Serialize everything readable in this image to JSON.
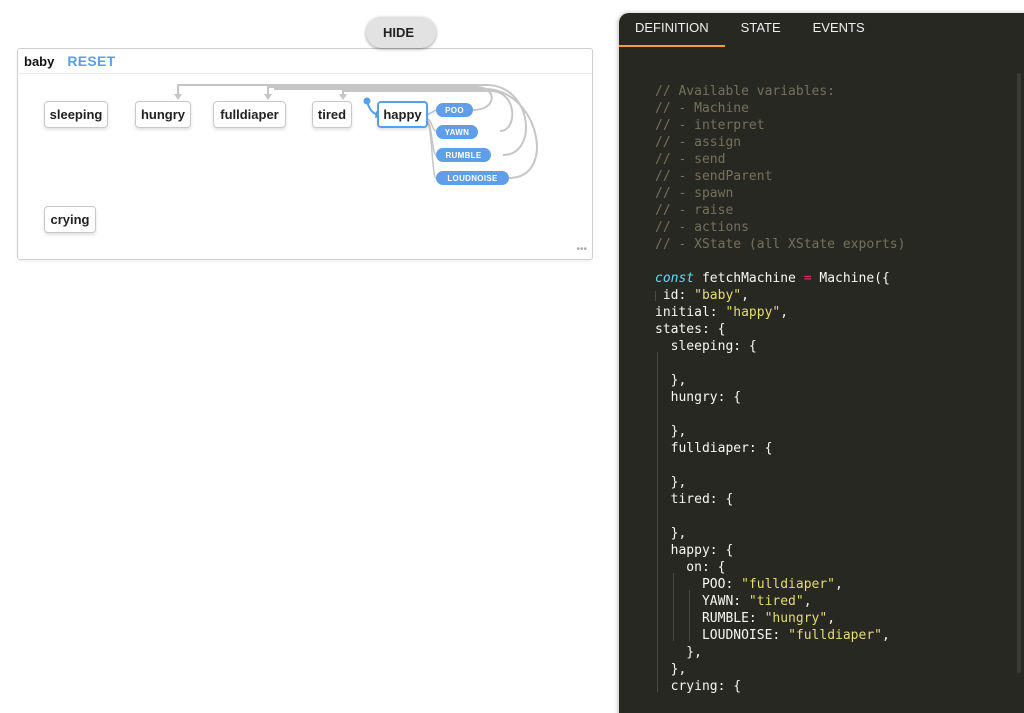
{
  "visualizer": {
    "machine_id": "baby",
    "reset_label": "RESET",
    "more_label": "•••",
    "states": [
      {
        "label": "sleeping"
      },
      {
        "label": "hungry"
      },
      {
        "label": "fulldiaper"
      },
      {
        "label": "tired"
      },
      {
        "label": "happy",
        "active": true
      },
      {
        "label": "crying"
      }
    ],
    "events": [
      "POO",
      "YAWN",
      "RUMBLE",
      "LOUDNOISE"
    ],
    "accent_color": "#5a9ee8"
  },
  "editor": {
    "tabs": [
      "DEFINITION",
      "STATE",
      "EVENTS"
    ],
    "active_tab": "DEFINITION",
    "hide_label": "HIDE",
    "code_lines": [
      [
        [
          "cm",
          "// Available variables:"
        ]
      ],
      [
        [
          "cm",
          "// - Machine"
        ]
      ],
      [
        [
          "cm",
          "// - interpret"
        ]
      ],
      [
        [
          "cm",
          "// - assign"
        ]
      ],
      [
        [
          "cm",
          "// - send"
        ]
      ],
      [
        [
          "cm",
          "// - sendParent"
        ]
      ],
      [
        [
          "cm",
          "// - spawn"
        ]
      ],
      [
        [
          "cm",
          "// - raise"
        ]
      ],
      [
        [
          "cm",
          "// - actions"
        ]
      ],
      [
        [
          "cm",
          "// - XState (all XState exports)"
        ]
      ],
      [],
      [
        [
          "kw",
          "const"
        ],
        [
          "tx",
          " fetchMachine "
        ],
        [
          "op",
          "="
        ],
        [
          "tx",
          " Machine({"
        ]
      ],
      [
        [
          "tx",
          " id: "
        ],
        [
          "str",
          "\"baby\""
        ],
        [
          "tx",
          ","
        ]
      ],
      [
        [
          "tx",
          "initial: "
        ],
        [
          "str",
          "\"happy\""
        ],
        [
          "tx",
          ","
        ]
      ],
      [
        [
          "tx",
          "states: {"
        ]
      ],
      [
        [
          "tx",
          "  sleeping: {"
        ]
      ],
      [],
      [
        [
          "tx",
          "  },"
        ]
      ],
      [
        [
          "tx",
          "  hungry: {"
        ]
      ],
      [],
      [
        [
          "tx",
          "  },"
        ]
      ],
      [
        [
          "tx",
          "  fulldiaper: {"
        ]
      ],
      [],
      [
        [
          "tx",
          "  },"
        ]
      ],
      [
        [
          "tx",
          "  tired: {"
        ]
      ],
      [],
      [
        [
          "tx",
          "  },"
        ]
      ],
      [
        [
          "tx",
          "  happy: {"
        ]
      ],
      [
        [
          "tx",
          "    on: {"
        ]
      ],
      [
        [
          "tx",
          "      POO: "
        ],
        [
          "str",
          "\"fulldiaper\""
        ],
        [
          "tx",
          ","
        ]
      ],
      [
        [
          "tx",
          "      YAWN: "
        ],
        [
          "str",
          "\"tired\""
        ],
        [
          "tx",
          ","
        ]
      ],
      [
        [
          "tx",
          "      RUMBLE: "
        ],
        [
          "str",
          "\"hungry\""
        ],
        [
          "tx",
          ","
        ]
      ],
      [
        [
          "tx",
          "      LOUDNOISE: "
        ],
        [
          "str",
          "\"fulldiaper\""
        ],
        [
          "tx",
          ","
        ]
      ],
      [
        [
          "tx",
          "    },"
        ]
      ],
      [
        [
          "tx",
          "  },"
        ]
      ],
      [
        [
          "tx",
          "  crying: {"
        ]
      ],
      [],
      [
        [
          "tx",
          "  },"
        ]
      ]
    ]
  }
}
